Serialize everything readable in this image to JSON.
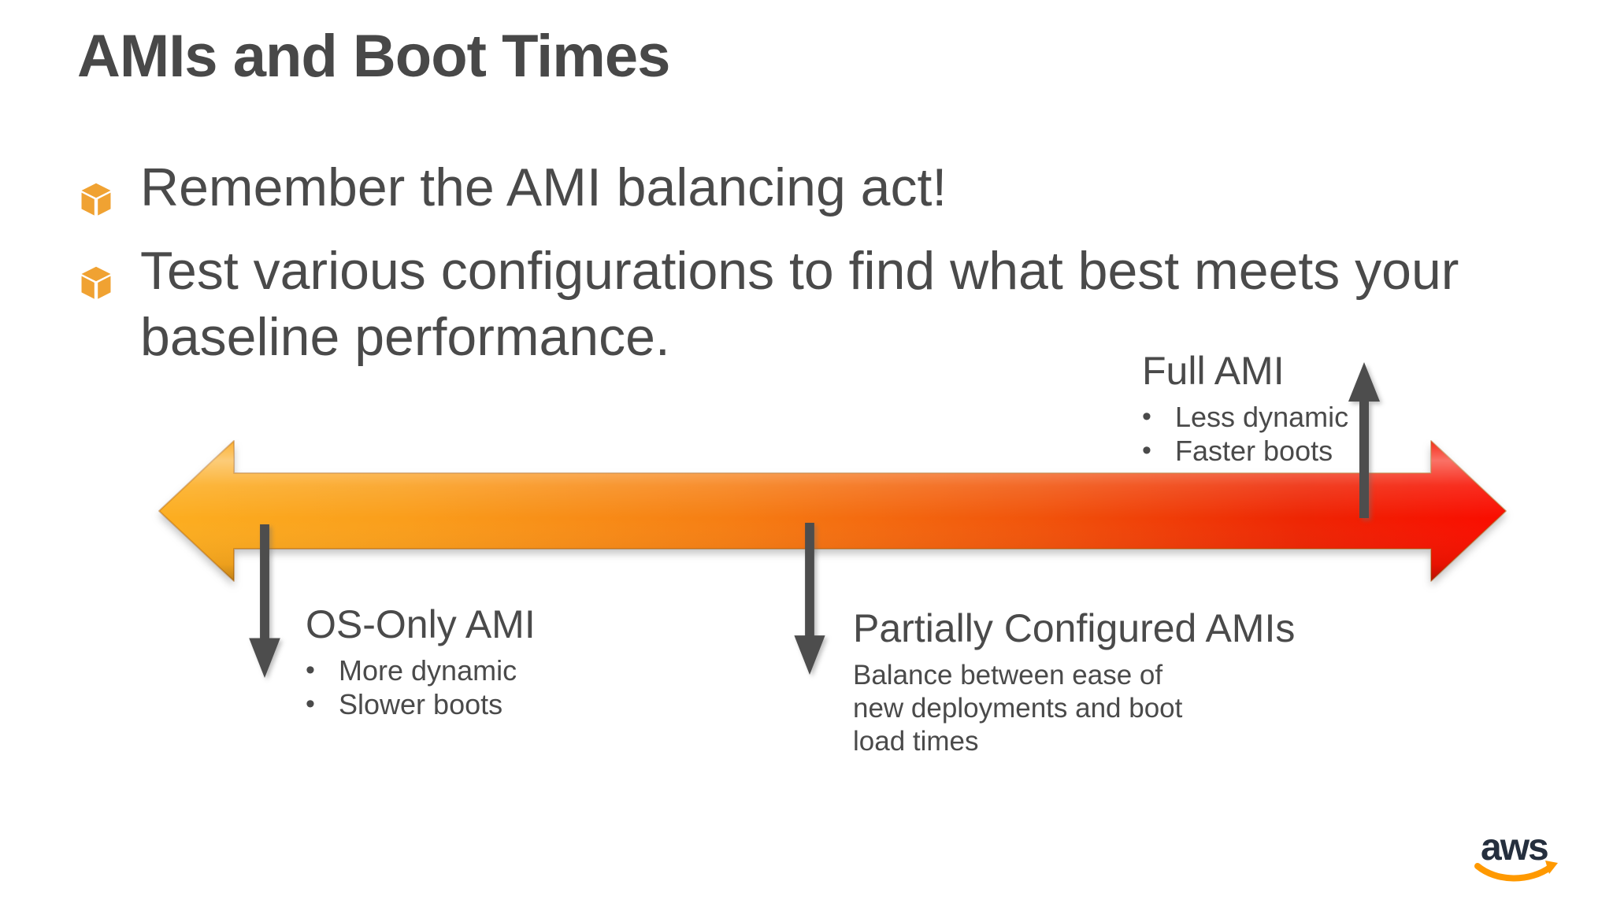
{
  "slide": {
    "title": "AMIs and Boot Times",
    "bullets": [
      {
        "lines": [
          "Remember the AMI balancing act!",
          ""
        ]
      },
      {
        "lines": [
          "Test various configurations to find what best meets your",
          "baseline performance."
        ]
      }
    ]
  },
  "diagram": {
    "os_only": {
      "title": "OS-Only AMI",
      "bullets": [
        "More dynamic",
        "Slower boots"
      ]
    },
    "partial": {
      "title": "Partially Configured AMIs",
      "description_lines": [
        "Balance between ease of",
        "new deployments and boot",
        "load times"
      ]
    },
    "full": {
      "title": "Full AMI",
      "bullets": [
        "Less dynamic",
        "Faster boots"
      ]
    }
  },
  "branding": {
    "logo_text": "aws"
  },
  "colors": {
    "text_gray": "#4a4a4a",
    "pointer_gray": "#4d4d4d",
    "bullet_icon_orange": "#f0a232",
    "arrow_gradient_left": "#fcae20",
    "arrow_gradient_right": "#fa0c00",
    "aws_logo_navy": "#252f3e",
    "aws_logo_orange": "#ff9900"
  }
}
